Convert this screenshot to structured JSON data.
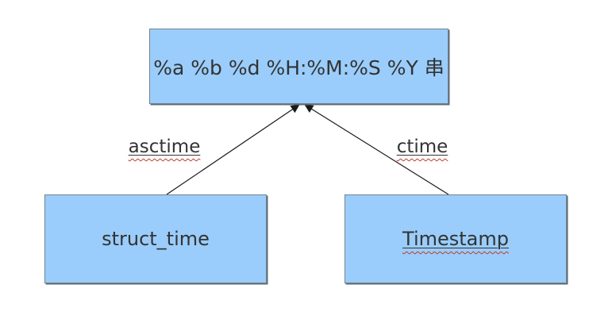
{
  "colors": {
    "background": "#ffffff",
    "node_fill": "#9acdfb",
    "node_border": "#74838f",
    "node_shadow": "#5c6b77",
    "text_color": "#333333",
    "arrow_color": "#1a1a1a",
    "squiggle_color": "#c0392b"
  },
  "diagram": {
    "nodes": [
      {
        "id": "format-string",
        "label": "%a %b %d %H:%M:%S %Y 串"
      },
      {
        "id": "struct-time",
        "label": "struct_time"
      },
      {
        "id": "timestamp",
        "label": "Timestamp"
      }
    ],
    "edges": [
      {
        "label": "asctime",
        "from": "struct-time",
        "to": "format-string"
      },
      {
        "label": "ctime",
        "from": "timestamp",
        "to": "format-string"
      }
    ]
  }
}
